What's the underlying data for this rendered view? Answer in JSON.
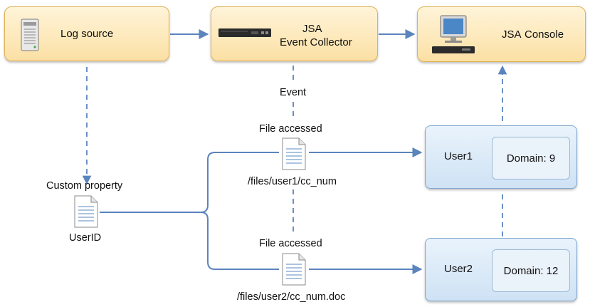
{
  "nodes": {
    "log_source": {
      "label": "Log source"
    },
    "collector": {
      "title": "JSA",
      "subtitle": "Event Collector"
    },
    "console": {
      "label": "JSA",
      "label2": "Console"
    }
  },
  "labels": {
    "event": "Event",
    "custom_property": "Custom property",
    "userid": "UserID",
    "file_accessed_1": "File accessed",
    "file_path_1": "/files/user1/cc_num",
    "file_accessed_2": "File accessed",
    "file_path_2": "/files/user2/cc_num.doc"
  },
  "users": [
    {
      "name": "User1",
      "domain": "Domain: 9"
    },
    {
      "name": "User2",
      "domain": "Domain: 12"
    }
  ],
  "colors": {
    "orange_border": "#e1b153",
    "blue_line": "#5b84bd",
    "blue_border": "#7fa7cf"
  }
}
